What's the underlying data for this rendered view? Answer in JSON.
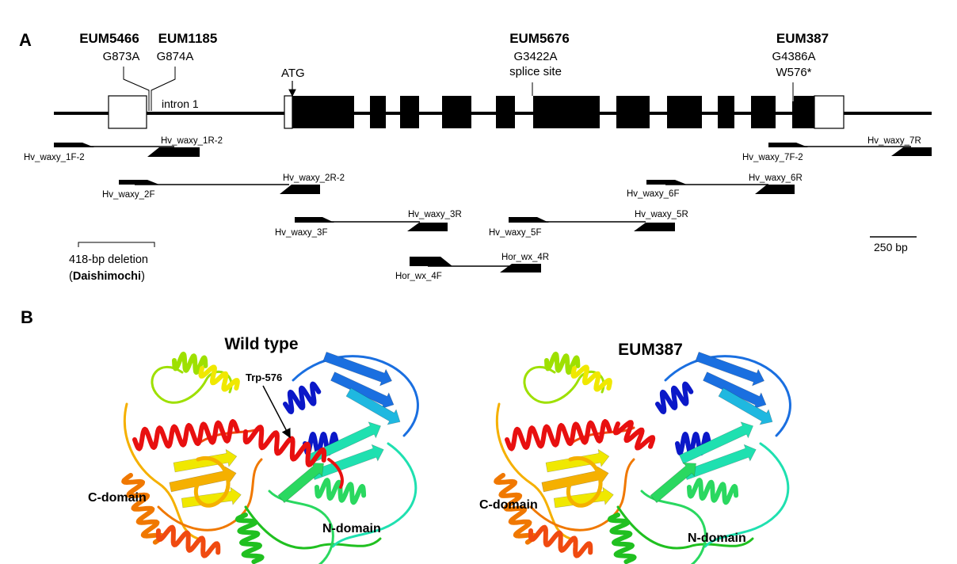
{
  "panelA": {
    "label": "A",
    "mutations": [
      {
        "name": "EUM5466",
        "change": "G873A"
      },
      {
        "name": "EUM1185",
        "change": "G874A"
      },
      {
        "name": "EUM5676",
        "change": "G3422A",
        "note": "splice site"
      },
      {
        "name": "EUM387",
        "change": "G4386A",
        "note": "W576*"
      }
    ],
    "atg": "ATG",
    "intron": "intron 1",
    "primers": [
      {
        "f": "Hv_waxy_1F-2",
        "r": "Hv_waxy_1R-2"
      },
      {
        "f": "Hv_waxy_2F",
        "r": "Hv_waxy_2R-2"
      },
      {
        "f": "Hv_waxy_3F",
        "r": "Hv_waxy_3R"
      },
      {
        "f": "Hor_wx_4F",
        "r": "Hor_wx_4R"
      },
      {
        "f": "Hv_waxy_5F",
        "r": "Hv_waxy_5R"
      },
      {
        "f": "Hv_waxy_6F",
        "r": "Hv_waxy_6R"
      },
      {
        "f": "Hv_waxy_7F-2",
        "r": "Hv_waxy_7R"
      }
    ],
    "deletion": {
      "text": "418-bp deletion",
      "open": "(",
      "cultivar": "Daishimochi",
      "close": ")"
    },
    "scale": "250 bp"
  },
  "panelB": {
    "label": "B",
    "structures": [
      {
        "title": "Wild type",
        "c_domain": "C-domain",
        "n_domain": "N-domain",
        "residue": "Trp-576"
      },
      {
        "title": "EUM387",
        "c_domain": "C-domain",
        "n_domain": "N-domain"
      }
    ]
  },
  "colors": {
    "gene": "#000000",
    "rainbow": [
      "#0b18c8",
      "#1a6fe0",
      "#1fb8e0",
      "#1fe0b0",
      "#2ad860",
      "#20c020",
      "#9ee000",
      "#f0e800",
      "#f5b000",
      "#f07800",
      "#f04a10",
      "#e81010"
    ]
  }
}
